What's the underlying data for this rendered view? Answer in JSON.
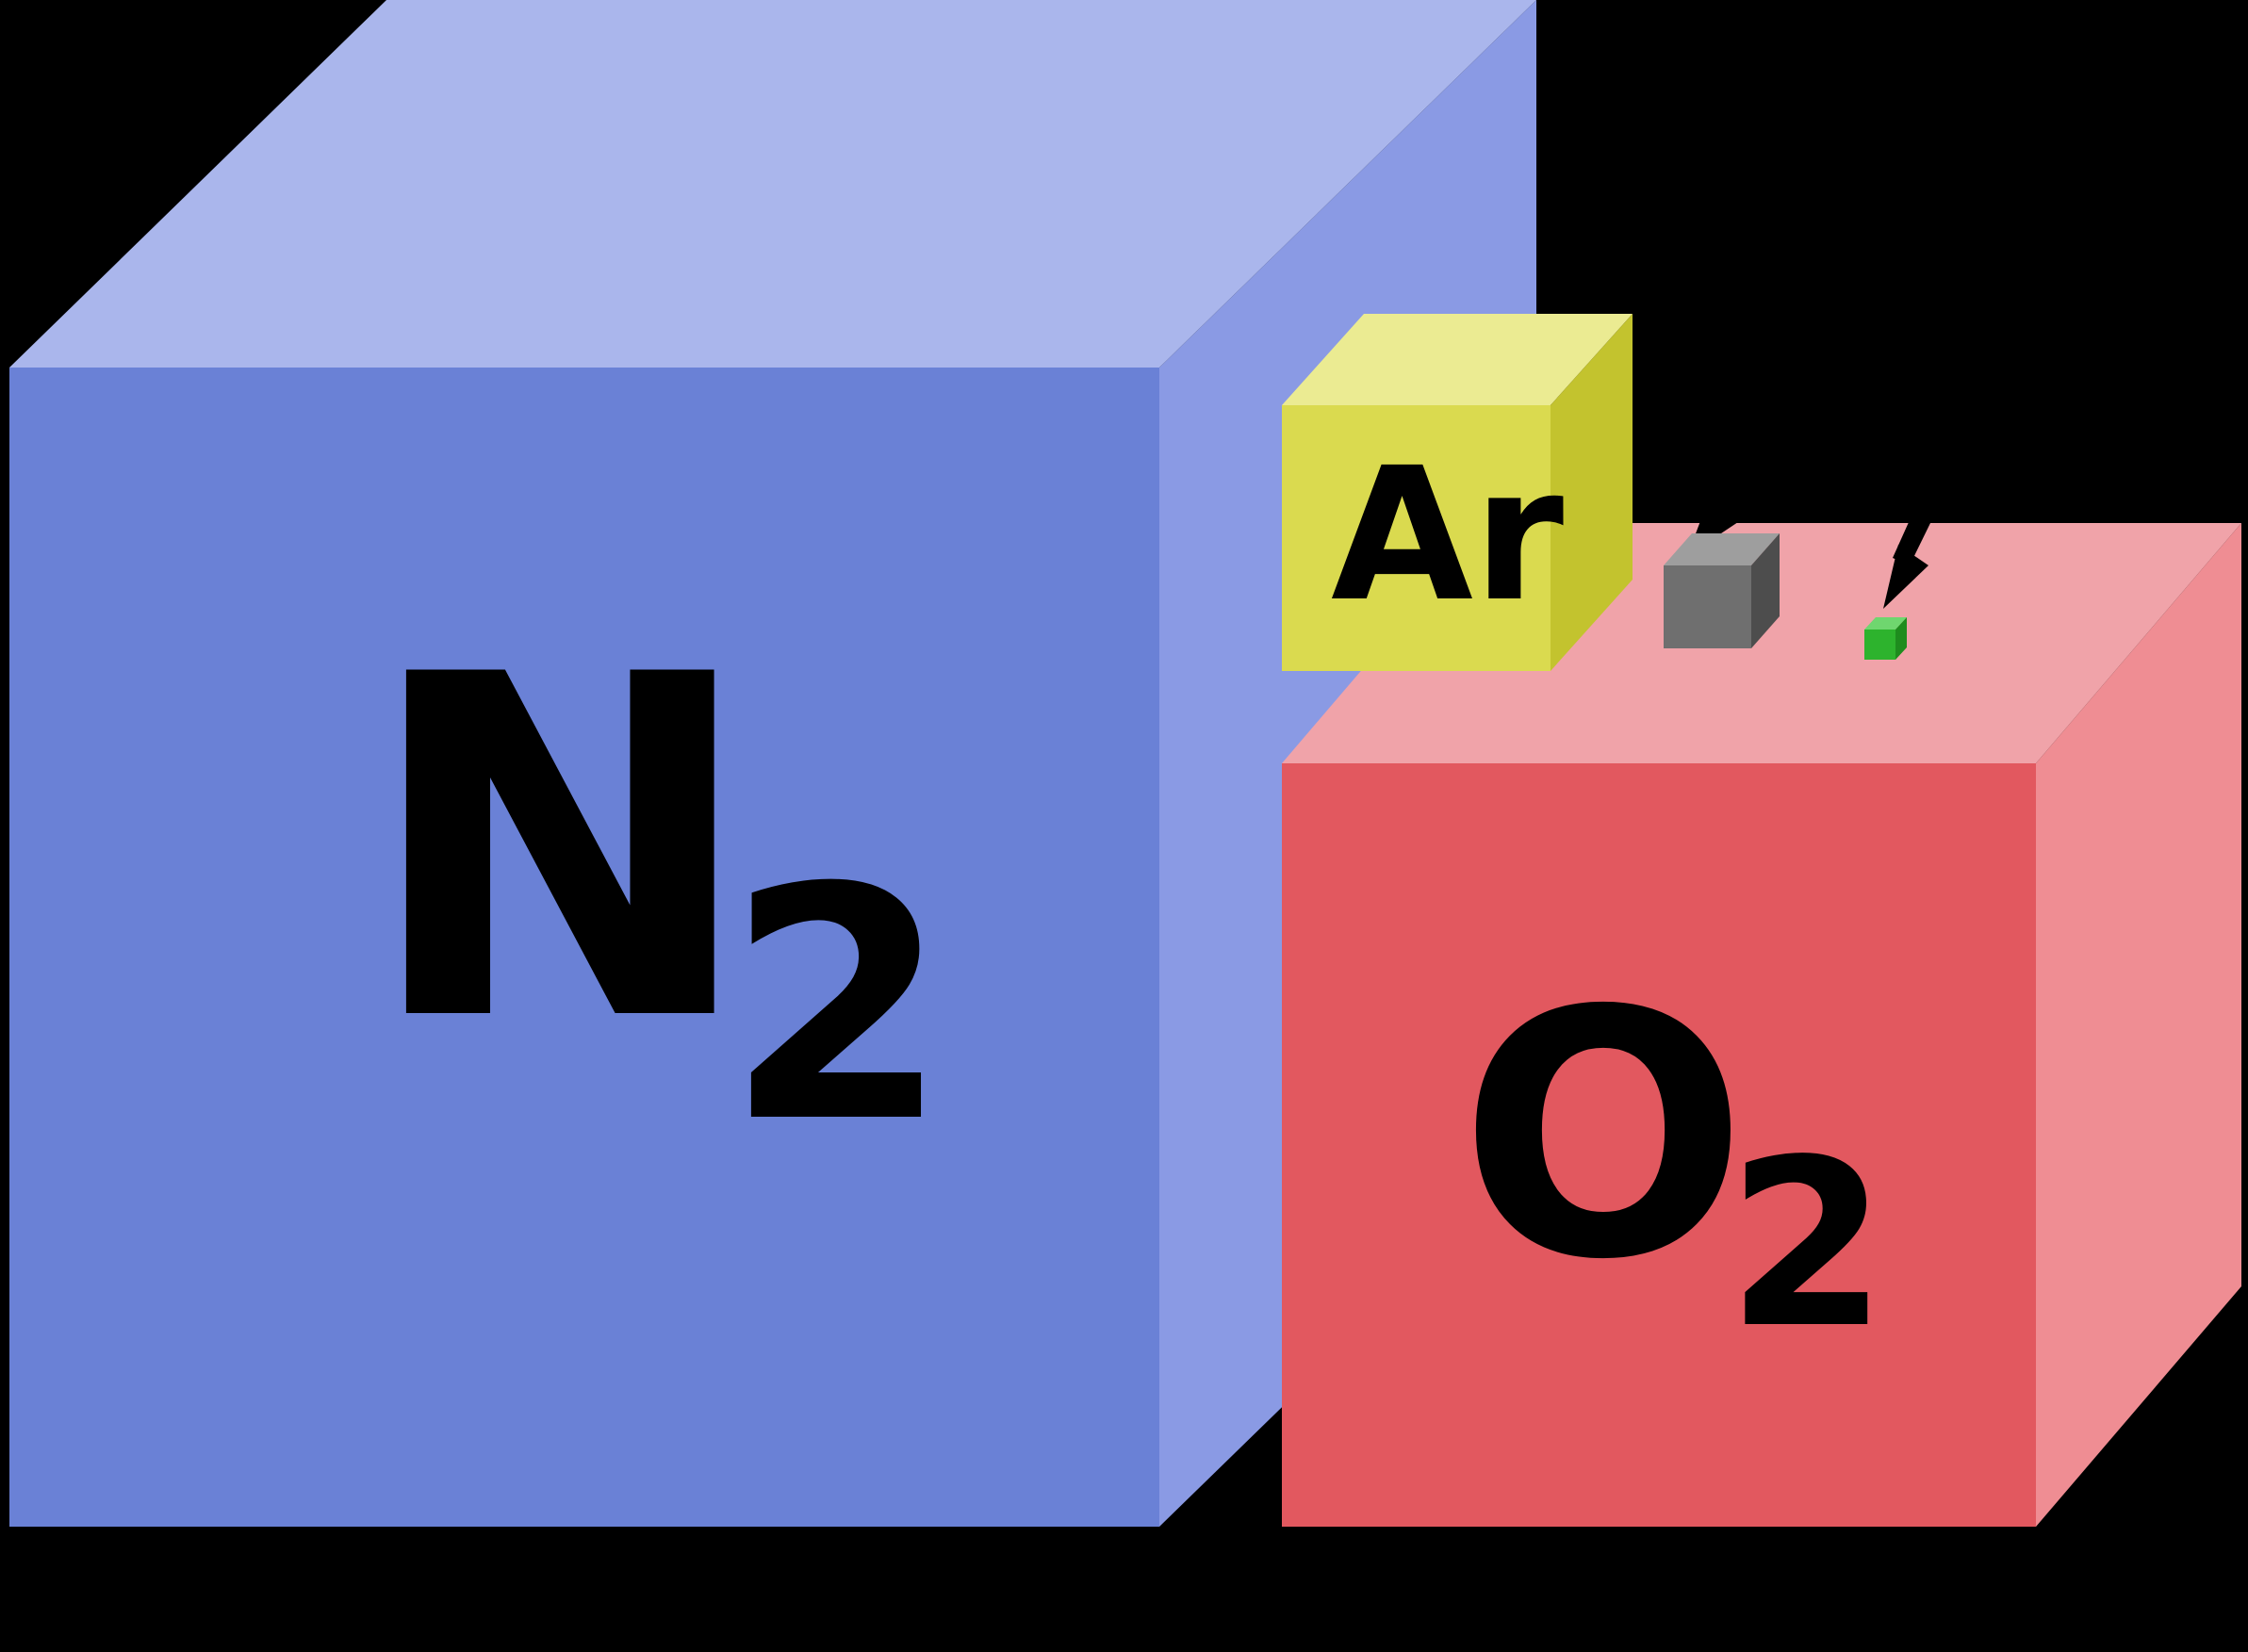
{
  "figure": {
    "description": "Volume composition of Earth's atmosphere shown as proportional cubes",
    "background_color": "#000000",
    "label_color": "#000000",
    "arrow_color": "#000000"
  },
  "nitrogen_cube": {
    "symbol": "N",
    "subscript": "2",
    "front_color": "#6a81d6",
    "top_color": "#aab6ec",
    "side_color": "#8a9ae4"
  },
  "oxygen_cube": {
    "symbol": "O",
    "subscript": "2",
    "front_color": "#e2585f",
    "top_color": "#f0a3a9",
    "side_color": "#ef8d93"
  },
  "argon_cube": {
    "symbol": "Ar",
    "front_color": "#dada4f",
    "top_color": "#ebeb92",
    "side_color": "#c3c32e"
  },
  "gray_cube": {
    "front_color": "#6f6f6f",
    "top_color": "#9e9e9e",
    "side_color": "#4d4d4d"
  },
  "green_cube": {
    "front_color": "#2db32d",
    "top_color": "#6fd66f",
    "side_color": "#1e8c1e"
  }
}
